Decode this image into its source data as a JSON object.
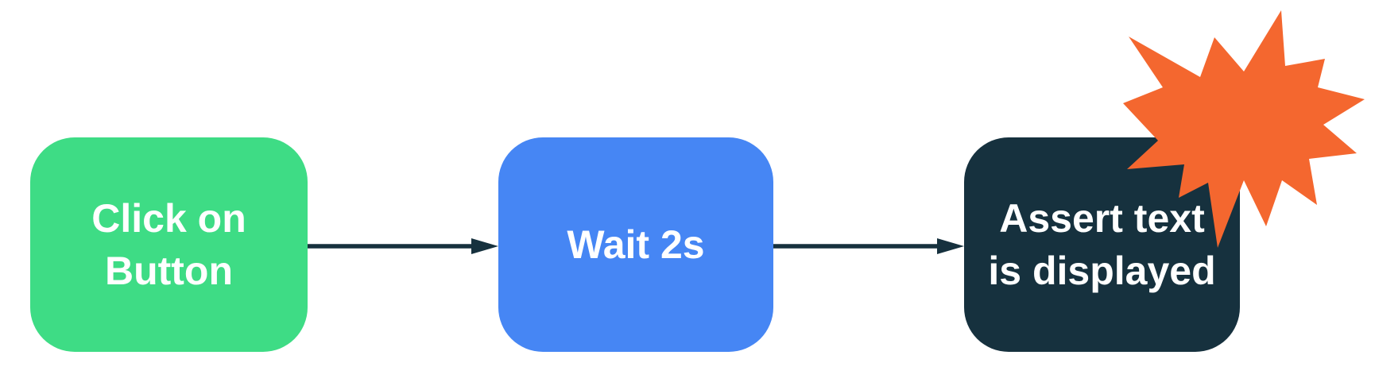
{
  "diagram": {
    "background_color": "#ffffff",
    "connector_color": "#16313e",
    "nodes": [
      {
        "id": "step-1",
        "label": "Click on\nButton",
        "fill_color": "#3edc85",
        "text_color": "#ffffff"
      },
      {
        "id": "step-2",
        "label": "Wait 2s",
        "fill_color": "#4686f4",
        "text_color": "#ffffff"
      },
      {
        "id": "step-3",
        "label": "Assert text\nis displayed",
        "fill_color": "#16313e",
        "text_color": "#ffffff"
      }
    ],
    "connectors": [
      {
        "from": "step-1",
        "to": "step-2"
      },
      {
        "from": "step-2",
        "to": "step-3"
      }
    ],
    "icons": [
      {
        "name": "explosion-starburst-icon",
        "color": "#f4672f"
      }
    ]
  }
}
